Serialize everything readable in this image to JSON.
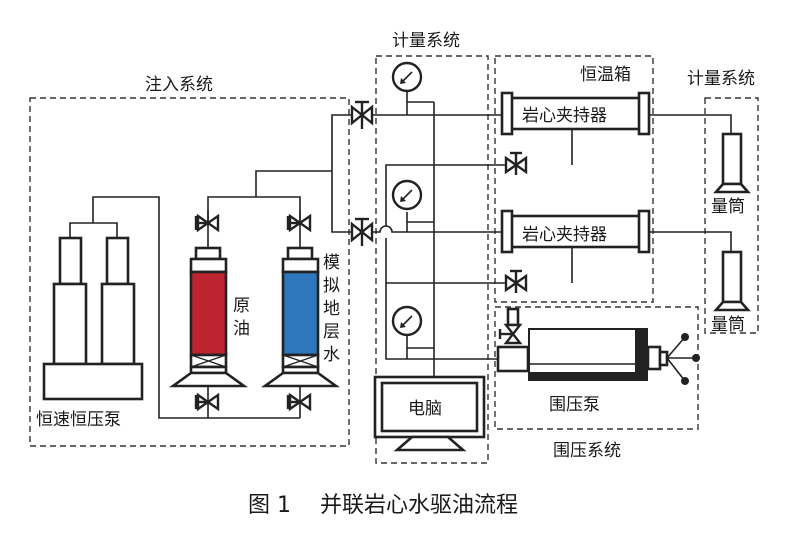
{
  "figure": {
    "caption_number": "图 1",
    "caption_title": "并联岩心水驱油流程"
  },
  "systems": {
    "injection": "注入系统",
    "metering_center": "计量系统",
    "oven": "恒温箱",
    "metering_right": "计量系统",
    "confining": "围压系统"
  },
  "components": {
    "pump": "恒速恒压泵",
    "oil_label_1": "原",
    "oil_label_2": "油",
    "water_label_1": "模",
    "water_label_2": "拟",
    "water_label_3": "地",
    "water_label_4": "层",
    "water_label_5": "水",
    "core_holder_1": "岩心夹持器",
    "core_holder_2": "岩心夹持器",
    "cylinder_1": "量筒",
    "cylinder_2": "量筒",
    "computer": "电脑",
    "confining_pump": "围压泵"
  },
  "colors": {
    "oil": "#be2430",
    "water": "#2e77bd"
  }
}
